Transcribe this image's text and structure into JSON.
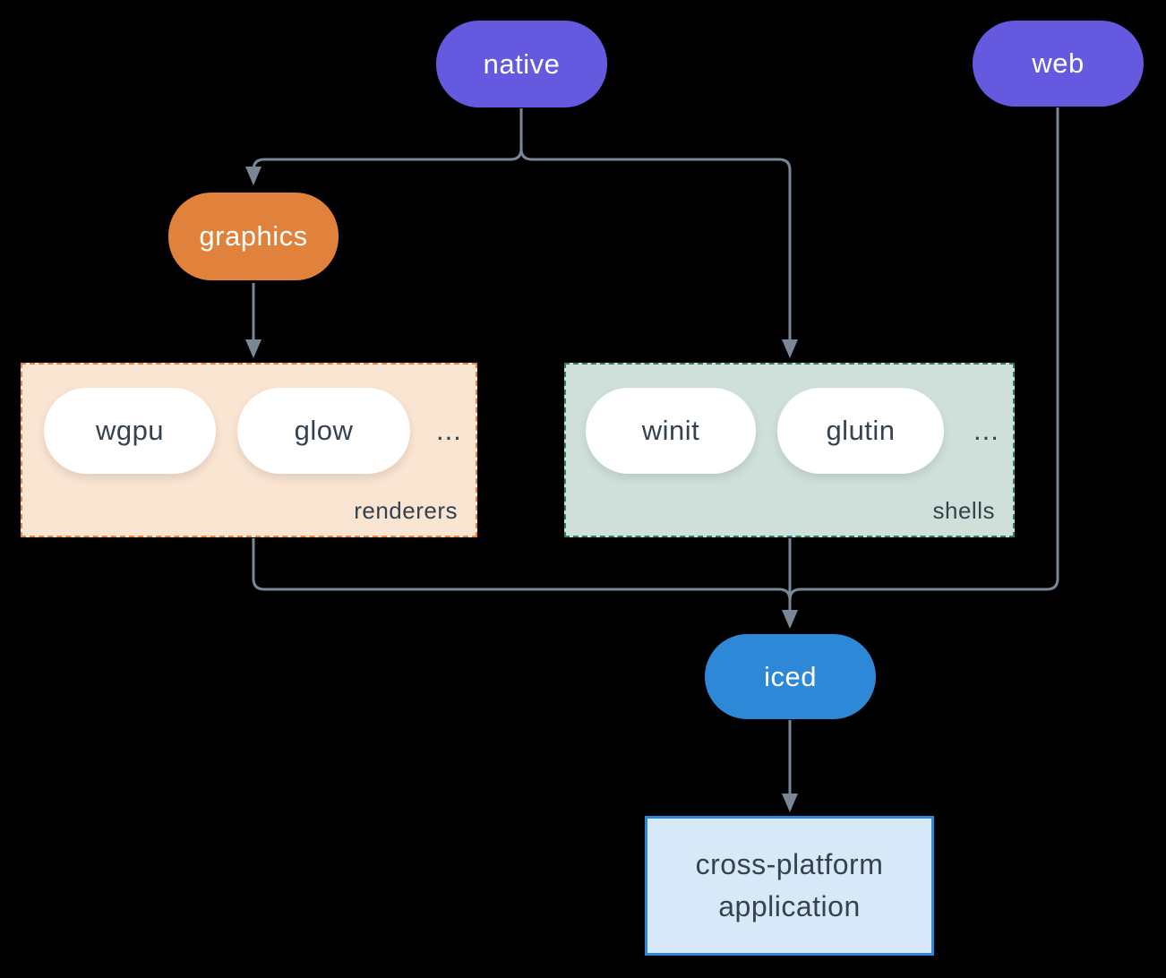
{
  "diagram": {
    "native": {
      "label": "native"
    },
    "web": {
      "label": "web"
    },
    "graphics": {
      "label": "graphics"
    },
    "renderers": {
      "title": "renderers",
      "pills": [
        "wgpu",
        "glow"
      ],
      "more": "..."
    },
    "shells": {
      "title": "shells",
      "pills": [
        "winit",
        "glutin"
      ],
      "more": "..."
    },
    "iced": {
      "label": "iced"
    },
    "application": {
      "label": "cross-platform application"
    }
  },
  "colors": {
    "background": "#000000",
    "node_purple": "#6559E0",
    "node_orange": "#E0813C",
    "node_blue": "#2D88D7",
    "pill_white": "#FFFFFF",
    "connector": "#7A8796",
    "renderers_fill": "#FAE4D2",
    "renderers_border": "#E8823D",
    "shells_fill": "#CFE0DA",
    "shells_border": "#2E7E70",
    "application_fill": "#D7E9F8",
    "application_border": "#2D88D7",
    "text_dark": "#36424F",
    "text_light": "#FFFFFF"
  }
}
